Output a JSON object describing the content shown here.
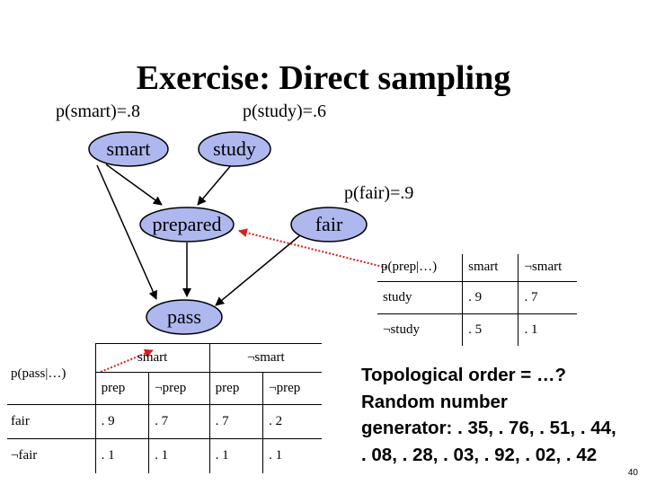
{
  "title": "Exercise: Direct sampling",
  "priors": {
    "smart": "p(smart)=.8",
    "study": "p(study)=.6",
    "fair": "p(fair)=.9"
  },
  "nodes": {
    "smart": "smart",
    "study": "study",
    "prepared": "prepared",
    "fair": "fair",
    "pass": "pass"
  },
  "colors": {
    "node_fill": "#aeb7ee",
    "arrow": "#000000",
    "highlight_arrow": "#d62020"
  },
  "prep_table": {
    "header": [
      "p(prep|…)",
      "smart",
      "¬smart"
    ],
    "rows": [
      [
        "study",
        ". 9",
        ". 7"
      ],
      [
        "¬study",
        ". 5",
        ". 1"
      ]
    ]
  },
  "pass_table": {
    "corner": "p(pass|…)",
    "group_headers": [
      "smart",
      "¬smart"
    ],
    "sub_headers": [
      "prep",
      "¬prep",
      "prep",
      "¬prep"
    ],
    "rows": [
      [
        "fair",
        ". 9",
        ". 7",
        ". 7",
        ". 2"
      ],
      [
        "¬fair",
        ". 1",
        ". 1",
        ". 1",
        ". 1"
      ]
    ]
  },
  "topo_text": {
    "line1": "Topological order = …?",
    "line2": "Random number",
    "line3": "generator: . 35, . 76, . 51, . 44,",
    "line4": ". 08, . 28, . 03, . 92, . 02, . 42"
  },
  "page_number": "40"
}
